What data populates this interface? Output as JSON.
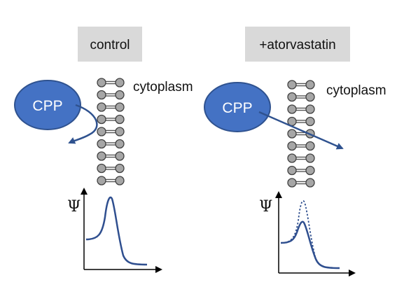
{
  "panels": [
    {
      "condition_label": "control",
      "molecule_label": "CPP",
      "compartment_label": "cytoplasm",
      "axis_symbol": "Ψ",
      "crosses_membrane": false,
      "shows_dotted_reference": false
    },
    {
      "condition_label": "+atorvastatin",
      "molecule_label": "CPP",
      "compartment_label": "cytoplasm",
      "axis_symbol": "Ψ",
      "crosses_membrane": true,
      "shows_dotted_reference": true
    }
  ],
  "colors": {
    "cpp_fill": "#4472c4",
    "cpp_stroke": "#2f528f",
    "curve": "#2f4f8f",
    "arrow": "#2f528f",
    "label_box": "#d9d9d9",
    "lipid_head": "#a6a6a6"
  }
}
